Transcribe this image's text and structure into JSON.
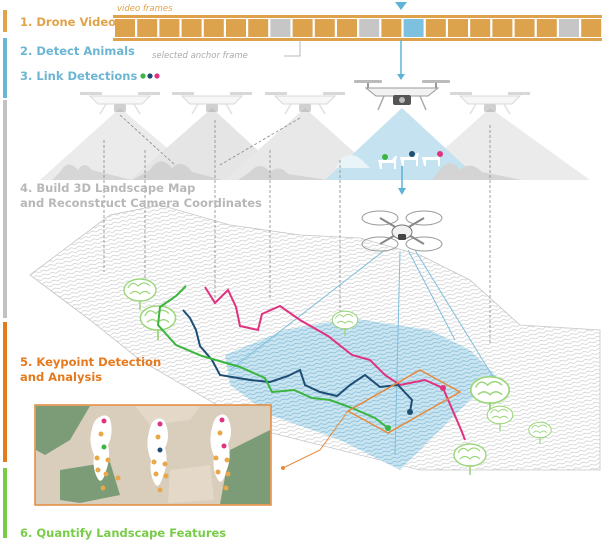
{
  "steps": [
    {
      "label": "1. Drone Video",
      "color": "#e0a34a"
    },
    {
      "label": "2. Detect Animals",
      "color": "#6cb6d3"
    },
    {
      "label": "3. Link Detections",
      "color": "#6cb6d3"
    },
    {
      "label": "4. Build 3D Landscape Map",
      "color": "#b8b8b8"
    },
    {
      "label": "and Reconstruct Camera Coordinates",
      "color": "#b8b8b8"
    },
    {
      "label": "5. Keypoint Detection",
      "color": "#e67a1e"
    },
    {
      "label": "and Analysis",
      "color": "#e67a1e"
    },
    {
      "label": "6. Quantify Landscape Features",
      "color": "#78cc48"
    }
  ],
  "annotations": {
    "video_frames": "video frames",
    "anchor_frame": "selected anchor frame"
  },
  "colors": {
    "frame_fill": "#dca24c",
    "frame_gray": "#c6c6c6",
    "frame_selected": "#7dc1df",
    "ground_blue": "#bfe0ee",
    "tree_green": "#9bd67a",
    "track_pink": "#e0337f",
    "track_navy": "#1e4e74",
    "track_green": "#3bb53f",
    "inset_border": "#e58a3c",
    "terrain_dark": "#7c9c78",
    "terrain_light": "#d9cdbb"
  },
  "icons": [
    "drone-icon",
    "drone-top-icon",
    "zebra-icon",
    "tree-icon",
    "play-marker-icon"
  ]
}
